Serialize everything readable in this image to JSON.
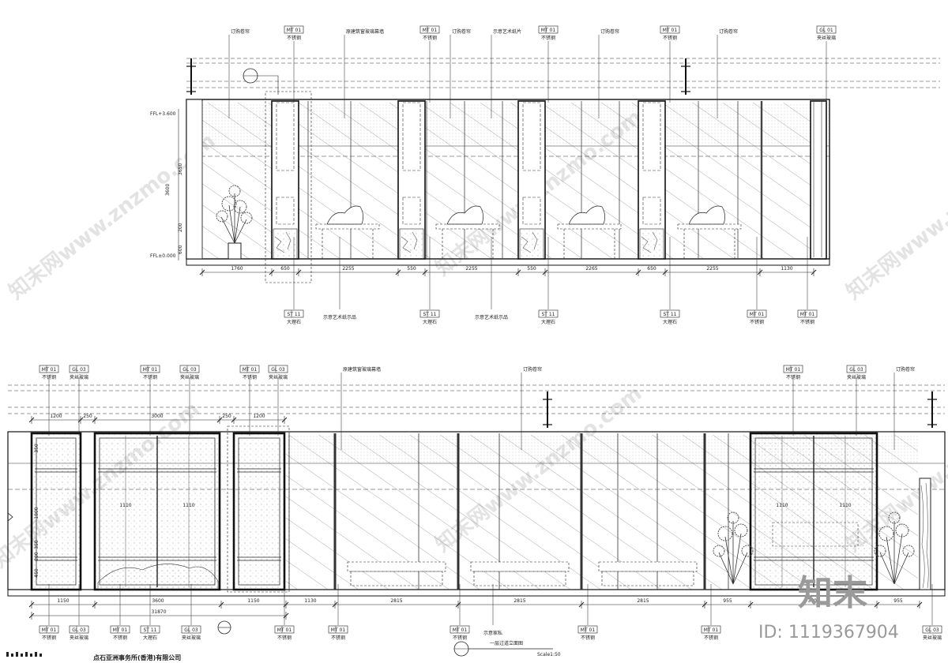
{
  "brand_logo": "知末",
  "id_label": "ID: 1119367904",
  "watermark": "知末网www.znzmo.com",
  "top_elevation": {
    "labels_top": [
      "订购卷帘",
      "原建筑窗玻璃幕墙",
      "订购卷帘",
      "示意艺术纸片",
      "订购卷帘",
      "订购卷帘"
    ],
    "tags_top": [
      {
        "code": "MT 01",
        "material": "不锈钢"
      },
      {
        "code": "MT 01",
        "material": "不锈钢"
      },
      {
        "code": "MT 01",
        "material": "不锈钢"
      },
      {
        "code": "MT 01",
        "material": "不锈钢"
      },
      {
        "code": "GL 01",
        "material": "夹丝玻璃"
      }
    ],
    "level_marks": [
      "FFL+3.600",
      "FFL±0.000"
    ],
    "vertical_dims": [
      "3650",
      "3600",
      "200",
      "600"
    ],
    "dims": [
      "1760",
      "650",
      "2255",
      "550",
      "2255",
      "550",
      "2265",
      "650",
      "2255",
      "1130"
    ],
    "tags_bottom": [
      {
        "code": "ST 11",
        "material": "大理石"
      },
      {
        "code": "",
        "material": "示意艺术纸示品"
      },
      {
        "code": "ST 11",
        "material": "大理石"
      },
      {
        "code": "",
        "material": "示意艺术纸示品"
      },
      {
        "code": "ST 11",
        "material": "大理石"
      },
      {
        "code": "ST 11",
        "material": "大理石"
      },
      {
        "code": "MT 01",
        "material": "不锈钢"
      },
      {
        "code": "MT 01",
        "material": "不锈钢"
      }
    ]
  },
  "bottom_elevation": {
    "labels_top": [
      "原建筑窗玻璃幕墙",
      "订购卷帘",
      "订购卷帘"
    ],
    "tags_top": [
      {
        "code": "MT 01",
        "material": "不锈钢"
      },
      {
        "code": "GL 03",
        "material": "夹丝玻璃"
      },
      {
        "code": "MT 01",
        "material": "不锈钢"
      },
      {
        "code": "GL 03",
        "material": "夹丝玻璃"
      },
      {
        "code": "MT 01",
        "material": "不锈钢"
      },
      {
        "code": "GL 03",
        "material": "夹丝玻璃"
      },
      {
        "code": "MT 01",
        "material": "不锈钢"
      },
      {
        "code": "GL 03",
        "material": "夹丝玻璃"
      }
    ],
    "upper_dims": [
      "1200",
      "250",
      "3000",
      "250",
      "1200"
    ],
    "inner_dims": [
      "1110",
      "1110",
      "1110",
      "1110"
    ],
    "vertical_dims": [
      "350",
      "1800",
      "350",
      "200",
      "450"
    ],
    "dims": [
      "1150",
      "3600",
      "1150",
      "1130",
      "2815",
      "2815",
      "2815",
      "955",
      "3600",
      "955"
    ],
    "total_dim": "31870",
    "tags_bottom": [
      {
        "code": "MT 01",
        "material": "不锈钢"
      },
      {
        "code": "GL 03",
        "material": "夹丝玻璃"
      },
      {
        "code": "MT 01",
        "material": "不锈钢"
      },
      {
        "code": "ST 11",
        "material": "大理石"
      },
      {
        "code": "GL 03",
        "material": "夹丝玻璃"
      },
      {
        "code": "MT 01",
        "material": "不锈钢"
      },
      {
        "code": "MT 01",
        "material": "不锈钢"
      },
      {
        "code": "MT 01",
        "material": "不锈钢"
      },
      {
        "code": "",
        "material": "示意家私"
      },
      {
        "code": "MT 01",
        "material": "不锈钢"
      },
      {
        "code": "MT 01",
        "material": "不锈钢"
      },
      {
        "code": "GL 03",
        "material": "夹丝玻璃"
      }
    ]
  },
  "drawing_title": "一层过道立面图",
  "scale": "Scale1:50",
  "company": "点石亚洲事务所(香港)有限公司"
}
